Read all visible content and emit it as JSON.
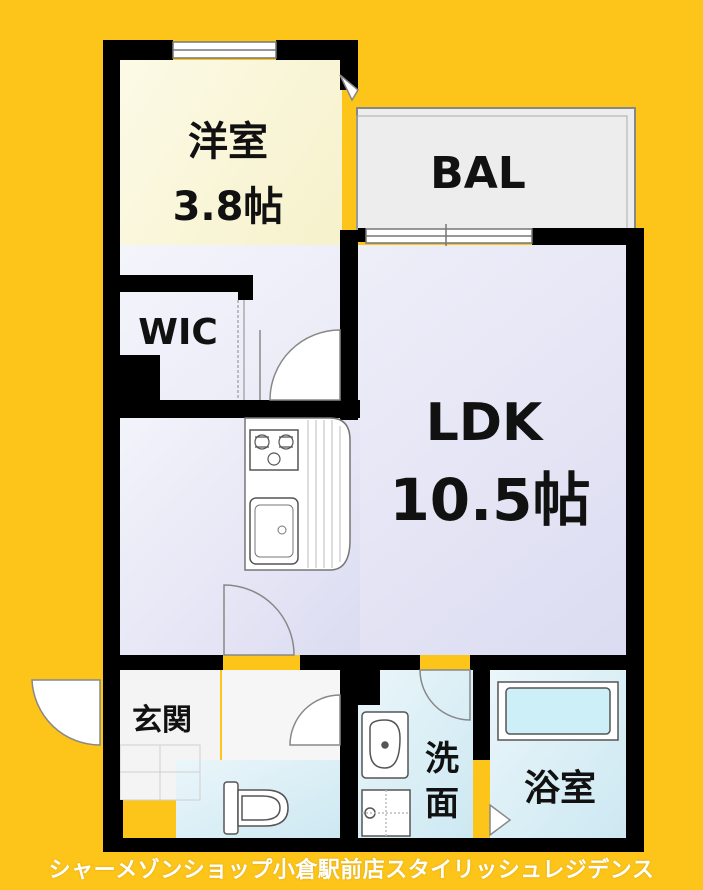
{
  "rooms": {
    "western": {
      "name": "洋室",
      "size": "3.8帖"
    },
    "balcony": {
      "name": "BAL"
    },
    "wic": {
      "name": "WIC"
    },
    "ldk": {
      "name": "LDK",
      "size": "10.5帖"
    },
    "entrance": {
      "name": "玄関"
    },
    "washroom": {
      "line1": "洗",
      "line2": "面"
    },
    "bathroom": {
      "name": "浴室"
    }
  },
  "footer": {
    "text": "シャーメゾンショップ小倉駅前店スタイリッシュレジデンス"
  },
  "colors": {
    "background": "#FDC41A",
    "western_floor": "#FAF6D6",
    "ldk_floor": "#E6E6F6",
    "wic_floor": "#F7E2E2",
    "wet_floor": "#DDF0F6",
    "balcony_floor": "#EDEDED",
    "wall": "#000000"
  }
}
